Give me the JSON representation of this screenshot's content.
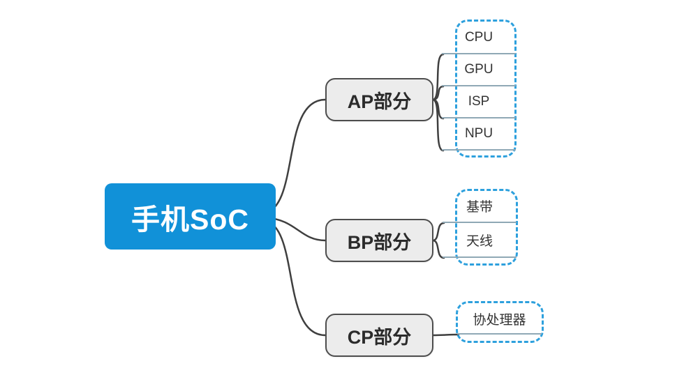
{
  "diagram": {
    "type": "mindmap",
    "root": {
      "label": "手机SoC"
    },
    "branches": [
      {
        "label": "AP部分",
        "children": [
          {
            "label": "CPU"
          },
          {
            "label": "GPU"
          },
          {
            "label": "ISP"
          },
          {
            "label": "NPU"
          }
        ]
      },
      {
        "label": "BP部分",
        "children": [
          {
            "label": "基带"
          },
          {
            "label": "天线"
          }
        ]
      },
      {
        "label": "CP部分",
        "children": [
          {
            "label": "协处理器"
          }
        ]
      }
    ],
    "colors": {
      "root_bg": "#1191d8",
      "root_text": "#ffffff",
      "branch_bg": "#ececec",
      "branch_border": "#4d4d4d",
      "leaf_group_border": "#2da0dd",
      "leaf_underline": "#8fa8b5",
      "connector": "#3f3f3f",
      "background": "#ffffff"
    }
  }
}
